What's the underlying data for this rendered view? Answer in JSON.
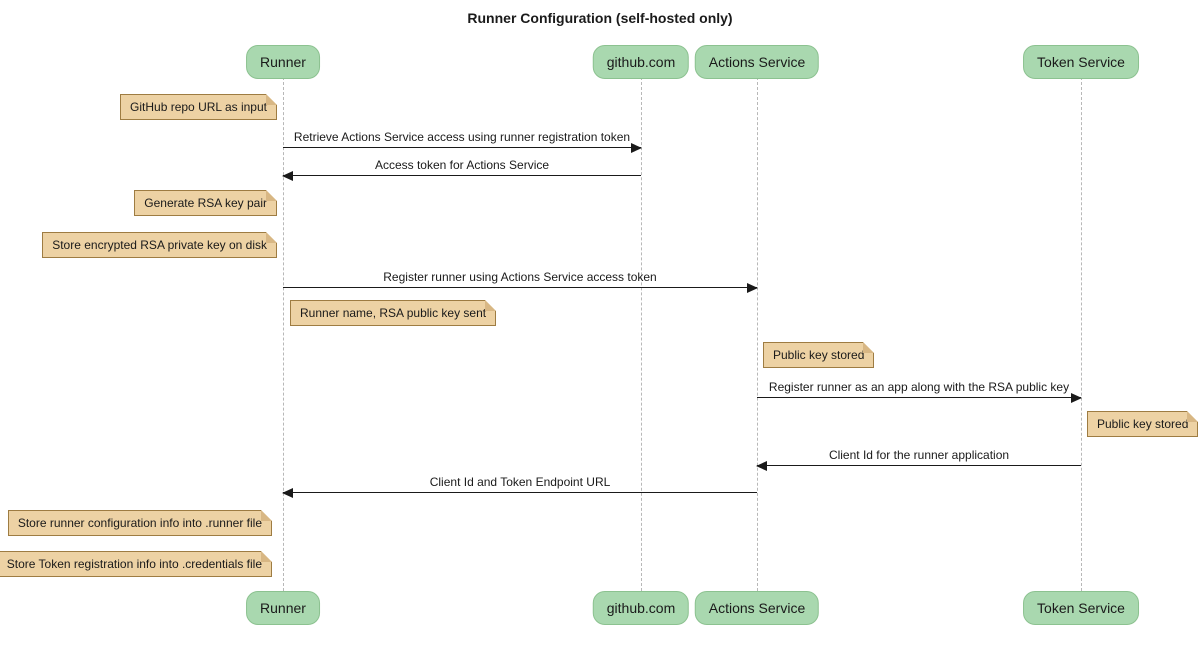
{
  "title": "Runner Configuration (self-hosted only)",
  "colors": {
    "participant_fill": "#a9d8af",
    "participant_border": "#8cc290",
    "note_fill": "#edd2a4",
    "note_border": "#9e7c42",
    "note_fold": "#d8b784",
    "lifeline": "#b8b8b8",
    "arrow": "#1a1a1a"
  },
  "participants": [
    {
      "label": "Runner"
    },
    {
      "label": "github.com"
    },
    {
      "label": "Actions Service"
    },
    {
      "label": "Token Service"
    }
  ],
  "messages": [
    {
      "text": "Retrieve Actions Service access using runner registration token",
      "from": "Runner",
      "to": "github.com"
    },
    {
      "text": "Access token for Actions Service",
      "from": "github.com",
      "to": "Runner"
    },
    {
      "text": "Register runner using Actions Service access token",
      "from": "Runner",
      "to": "Actions Service"
    },
    {
      "text": "Register runner as an app along with the RSA public key",
      "from": "Actions Service",
      "to": "Token Service"
    },
    {
      "text": "Client Id for the runner application",
      "from": "Token Service",
      "to": "Actions Service"
    },
    {
      "text": "Client Id and Token Endpoint URL",
      "from": "Actions Service",
      "to": "Runner"
    }
  ],
  "notes": [
    {
      "text": "GitHub repo URL as input",
      "anchor": "Runner"
    },
    {
      "text": "Generate RSA key pair",
      "anchor": "Runner"
    },
    {
      "text": "Store encrypted RSA private key on disk",
      "anchor": "Runner"
    },
    {
      "text": "Runner name, RSA public key sent",
      "anchor": "Runner"
    },
    {
      "text": "Public key stored",
      "anchor": "Actions Service"
    },
    {
      "text": "Public key stored",
      "anchor": "Token Service"
    },
    {
      "text": "Store runner configuration info into .runner file",
      "anchor": "Runner"
    },
    {
      "text": "Store Token registration info into .credentials file",
      "anchor": "Runner"
    }
  ]
}
